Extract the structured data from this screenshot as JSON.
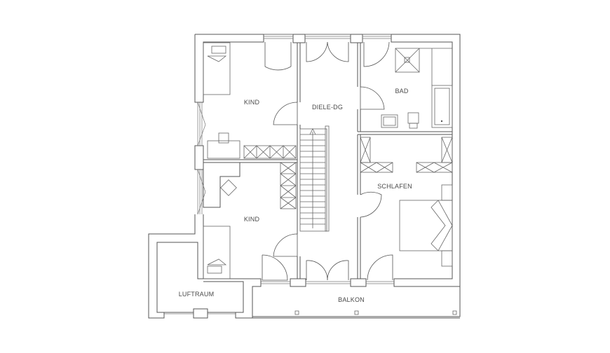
{
  "rooms": {
    "kind_top": "KIND",
    "kind_bottom": "KIND",
    "diele": "DIELE-DG",
    "bad": "BAD",
    "schlafen": "SCHLAFEN",
    "luftraum": "LUFTRAUM",
    "balkon": "BALKON"
  },
  "colors": {
    "line": "#555555",
    "background": "#ffffff",
    "text": "#4a4a4a"
  }
}
